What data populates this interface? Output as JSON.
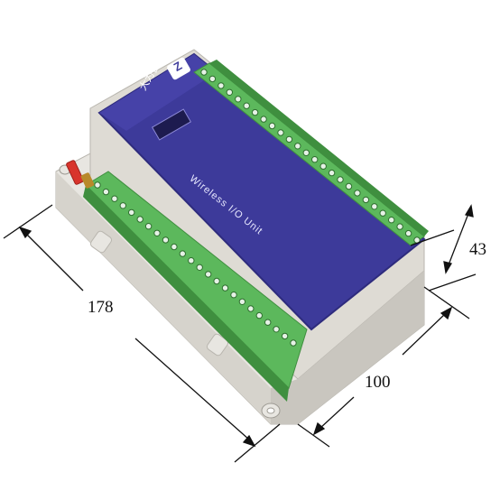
{
  "image": {
    "subject": "Wireless I/O unit on DIN-rail enclosure",
    "background_color": "#ffffff"
  },
  "device": {
    "panel_title": "Wireless I/O Unit",
    "brand_name": "大为智通",
    "brand_logo_letter": "Z",
    "colors": {
      "panel": "#3d3a9a",
      "panel_dark": "#2e2b7d",
      "housing": "#e8e6e1",
      "housing_shadow": "#c9c6bf",
      "terminal_green": "#5cb85c",
      "terminal_green_dark": "#3f8f3f",
      "antenna_red": "#d8342c",
      "led": "#f2f2f2"
    }
  },
  "dimensions": {
    "length": "178",
    "width": "100",
    "height": "43"
  }
}
